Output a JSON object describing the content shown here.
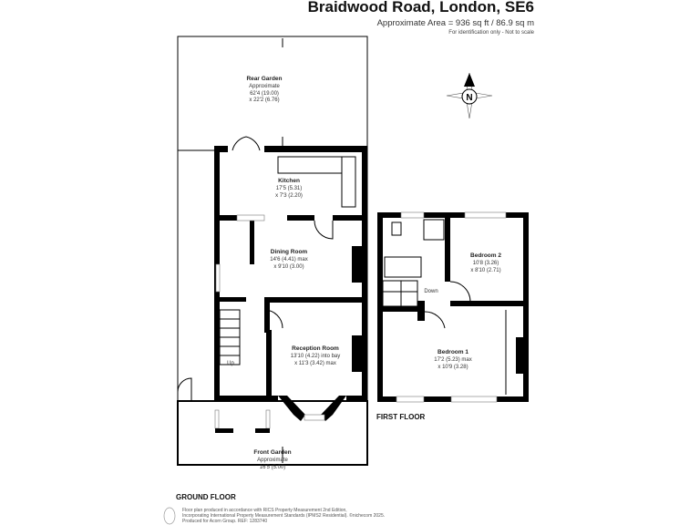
{
  "header": {
    "title": "Braidwood Road, London, SE6",
    "area": "Approximate Area = 936 sq ft / 86.9 sq m",
    "note": "For identification only - Not to scale"
  },
  "compass": {
    "label": "N"
  },
  "ground_floor": {
    "label": "GROUND FLOOR",
    "rooms": [
      {
        "name": "Rear Garden",
        "lines": [
          "Approximate",
          "62'4 (19.00)",
          "x 22'2 (6.76)"
        ]
      },
      {
        "name": "Kitchen",
        "lines": [
          "17'5 (5.31)",
          "x 7'3 (2.20)"
        ]
      },
      {
        "name": "Dining Room",
        "lines": [
          "14'6 (4.41) max",
          "x 9'10 (3.00)"
        ]
      },
      {
        "name": "Reception Room",
        "lines": [
          "13'10 (4.22) into bay",
          "x 11'3 (3.42) max"
        ]
      },
      {
        "name": "Front Garden",
        "lines": [
          "Approximate",
          "16'5 (5.00)"
        ]
      }
    ],
    "stairs_label": "Up"
  },
  "first_floor": {
    "label": "FIRST FLOOR",
    "rooms": [
      {
        "name": "Bedroom 2",
        "lines": [
          "10'8 (3.26)",
          "x 8'10 (2.71)"
        ]
      },
      {
        "name": "Bedroom 1",
        "lines": [
          "17'2 (5.23) max",
          "x 10'9 (3.28)"
        ]
      }
    ],
    "stairs_label": "Down"
  },
  "footer": {
    "lines": [
      "Floor plan produced in accordance with RICS Property Measurement 2nd Edition,",
      "Incorporating International Property Measurement Standards (IPMS2 Residential).   ©nichecom 2025.",
      "Produced for Acorn Group.    REF:  1283740"
    ]
  }
}
